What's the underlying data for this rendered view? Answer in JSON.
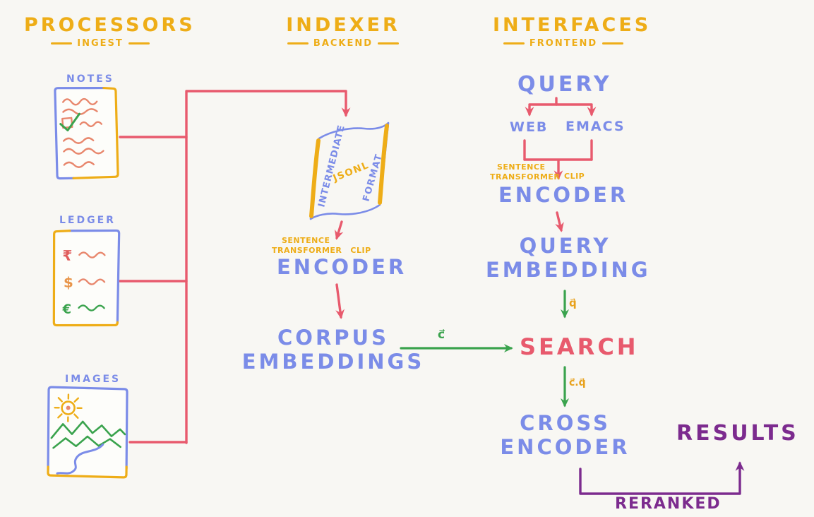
{
  "headers": {
    "processors": {
      "title": "PROCESSORS",
      "subtitle": "INGEST"
    },
    "indexer": {
      "title": "INDEXER",
      "subtitle": "BACKEND"
    },
    "interfaces": {
      "title": "INTERFACES",
      "subtitle": "FRONTEND"
    }
  },
  "sources": {
    "notes": {
      "label": "NOTES"
    },
    "ledger": {
      "label": "LEDGER",
      "symbols": {
        "rupee": "₹",
        "dollar": "$",
        "euro": "€"
      }
    },
    "images": {
      "label": "IMAGES"
    }
  },
  "indexer": {
    "scroll": {
      "left": "INTERMEDIATE",
      "center": "JSONL",
      "right": "FORMAT"
    },
    "model": {
      "line1": "SENTENCE",
      "line2": "TRANSFORMER",
      "clip": "CLIP"
    },
    "encoder": "ENCODER",
    "corpus": {
      "line1": "CORPUS",
      "line2": "EMBEDDINGS"
    }
  },
  "interfaces": {
    "query": "QUERY",
    "web": "WEB",
    "emacs": "EMACS",
    "model": {
      "line1": "SENTENCE",
      "line2": "TRANSFORMER",
      "clip": "CLIP"
    },
    "encoder": "ENCODER",
    "query_embedding": {
      "line1": "QUERY",
      "line2": "EMBEDDING"
    },
    "search": "SEARCH",
    "cross_encoder": {
      "line1": "CROSS",
      "line2": "ENCODER"
    },
    "results": "RESULTS",
    "reranked": "RERANKED"
  },
  "edge_labels": {
    "corpus_vector": "c⃗",
    "query_vector": "q⃗",
    "similarity": "c⃗.q⃗"
  },
  "colors": {
    "background": "#f8f7f3",
    "yellow": "#eead17",
    "blue": "#7b8ce8",
    "red": "#e85a6d",
    "green": "#3aa34d",
    "purple": "#7c2b8e",
    "salmon": "#e8876d",
    "orange": "#e8a11c"
  }
}
